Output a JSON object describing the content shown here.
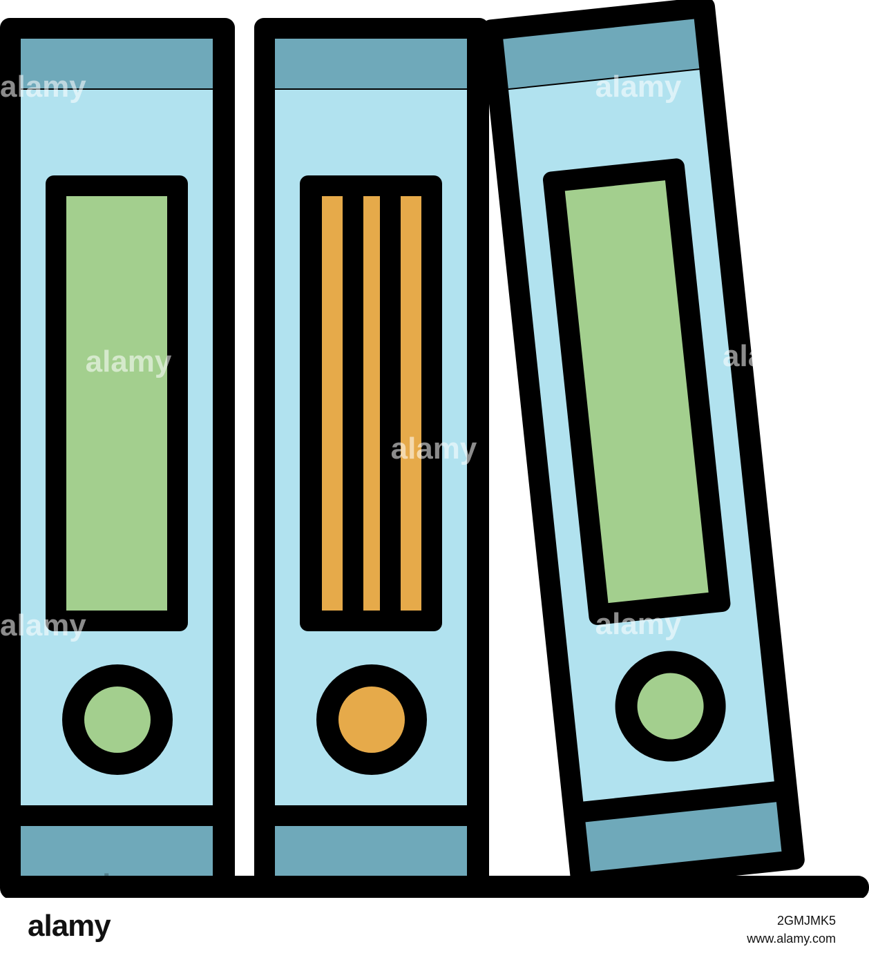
{
  "image": {
    "subject": "three ring binders on a shelf",
    "colors": {
      "outline": "#000000",
      "spine": "#b1e2ef",
      "band": "#6fa9ba",
      "label_green": "#a3cf8e",
      "label_orange": "#e6aa4a",
      "background": "#ffffff"
    }
  },
  "watermark": {
    "word": "alamy",
    "glyph": "a"
  },
  "footer": {
    "logo": "alamy",
    "image_id": "2GMJMK5",
    "site": "www.alamy.com"
  }
}
